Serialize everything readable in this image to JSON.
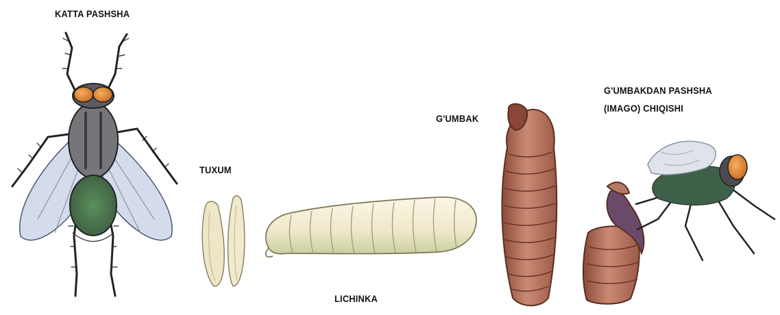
{
  "stages": {
    "adult": {
      "label": "KATTA PASHSHA"
    },
    "egg": {
      "label": "TUXUM"
    },
    "larva": {
      "label": "LICHINKA"
    },
    "pupa": {
      "label": "G'UMBAK"
    },
    "emergence": {
      "line1": "G'UMBAKDAN PASHSHA",
      "line2": "(IMAGO) CHIQISHI"
    }
  },
  "colors": {
    "eye": "#d9822b",
    "body_grey": "#6f6f73",
    "abdomen_green": "#5f7d55",
    "wing": "#c9d3e6",
    "egg": "#eee4c6",
    "larva": "#f3efd9",
    "pupa": "#b5705a"
  }
}
